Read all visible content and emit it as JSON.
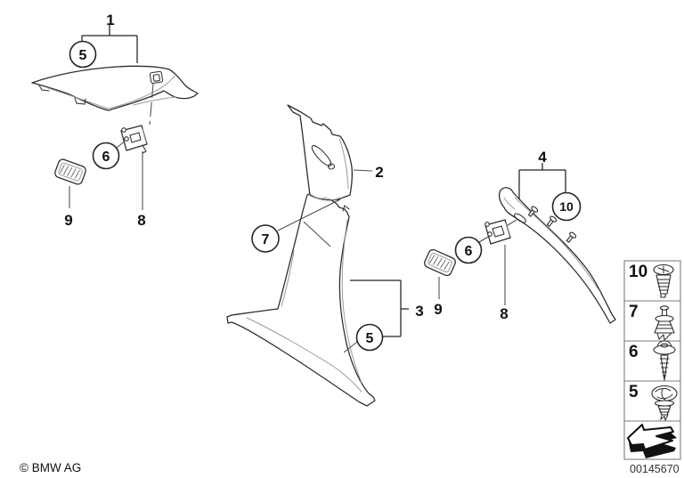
{
  "diagram": {
    "callouts": {
      "item1": "1",
      "item2": "2",
      "item3": "3",
      "item4": "4",
      "item5": "5",
      "item6": "6",
      "item7": "7",
      "item8": "8",
      "item9": "9",
      "item10": "10"
    }
  },
  "legend": {
    "rows": [
      {
        "number": "10",
        "icon": "plastic-rivet-icon"
      },
      {
        "number": "7",
        "icon": "expansion-rivet-icon"
      },
      {
        "number": "6",
        "icon": "pan-head-screw-icon"
      },
      {
        "number": "5",
        "icon": "expanding-clip-icon"
      }
    ],
    "direction_symbol_icon": "direction-of-travel-arrow-icon"
  },
  "footer": {
    "copyright": "© BMW AG",
    "image_number": "00145670"
  },
  "colors": {
    "line": "#2e2e2e",
    "muted_line": "#9a9a9a",
    "table_border": "#7d7d7d",
    "text": "#111111",
    "background": "#ffffff"
  }
}
